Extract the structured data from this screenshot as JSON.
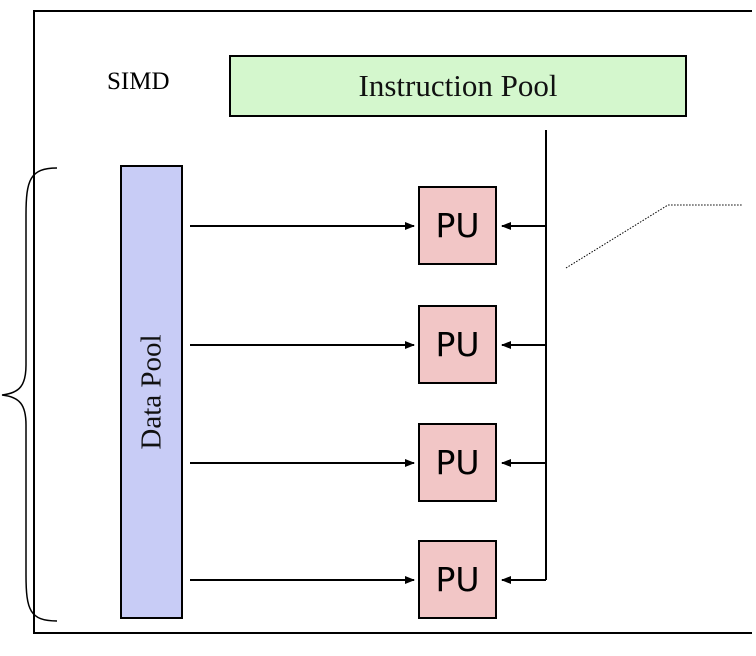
{
  "diagram": {
    "simd_label": "SIMD",
    "instruction_pool_label": "Instruction Pool",
    "data_pool_label": "Data Pool",
    "processing_units": [
      {
        "label": "PU"
      },
      {
        "label": "PU"
      },
      {
        "label": "PU"
      },
      {
        "label": "PU"
      }
    ]
  },
  "colors": {
    "instruction_pool_fill": "#d4f7cd",
    "data_pool_fill": "#c8ccf6",
    "pu_fill": "#f2c6c6",
    "line": "#000000"
  }
}
